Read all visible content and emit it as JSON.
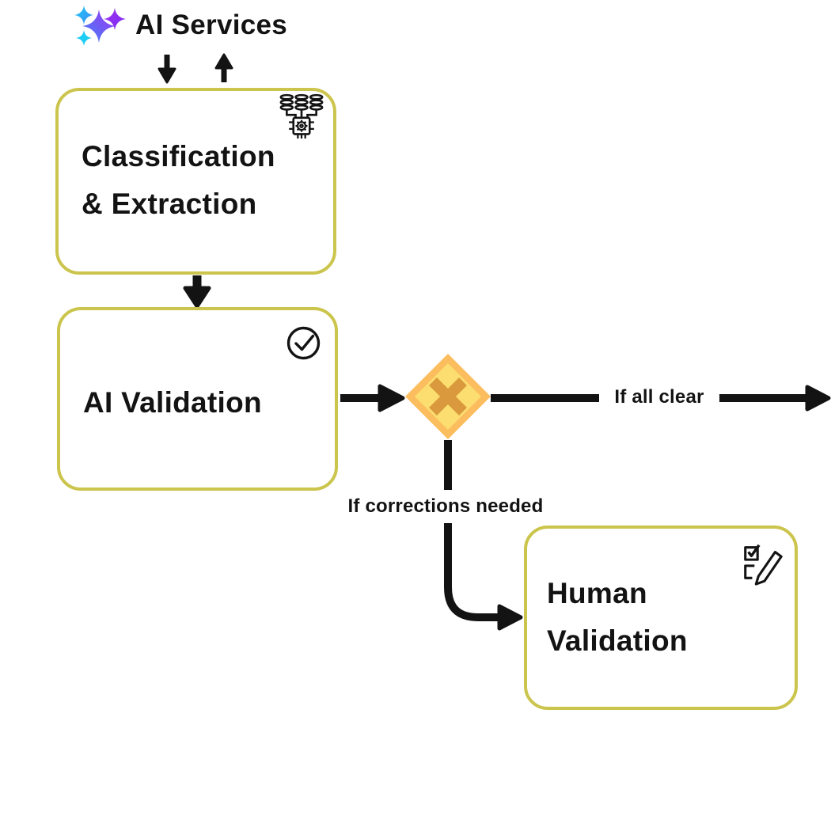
{
  "title": {
    "label": "AI Services",
    "icon": "sparkles-icon"
  },
  "nodes": {
    "classification": {
      "line1": "Classification",
      "line2": "& Extraction",
      "icon": "database-chip-icon"
    },
    "ai_validation": {
      "line1": "AI Validation",
      "icon": "check-circle-icon"
    },
    "human_validation": {
      "line1": "Human",
      "line2": "Validation",
      "icon": "edit-checklist-icon"
    }
  },
  "decision": {
    "shape": "diamond",
    "symbol": "x-mark"
  },
  "labels": {
    "all_clear": "If all clear",
    "corrections": "If corrections needed"
  },
  "colors": {
    "background": "#FFFFFF",
    "node_border": "#CBC54D",
    "line": "#131313",
    "text": "#131313",
    "diamond_border": "#FBBD5E",
    "diamond_fill": "#FCDD70",
    "diamond_x": "#D9993C",
    "sparkle_cyan": "#1ECDF4",
    "sparkle_blue": "#3E86F7",
    "sparkle_purple": "#A032F3"
  }
}
